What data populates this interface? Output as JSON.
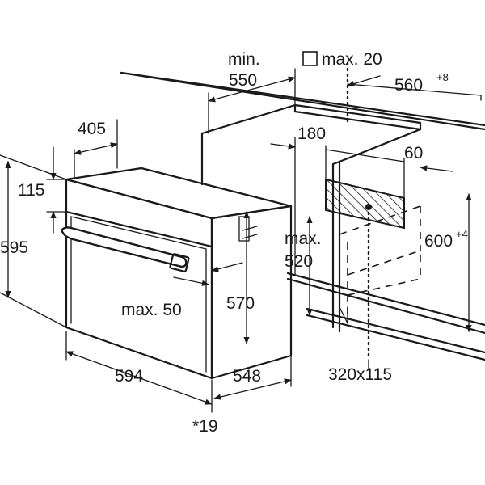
{
  "dimensions": {
    "min_label": "min.",
    "min_value": "550",
    "max_label": "max. 20",
    "cabinet_width": "560",
    "cabinet_width_tol": "+8",
    "depth_405": "405",
    "depth_180": "180",
    "depth_60": "60",
    "panel_115": "115",
    "height_595": "595",
    "max_520_label": "max.",
    "max_520_value": "520",
    "height_600": "600",
    "height_600_tol": "+4",
    "height_570": "570",
    "max_50": "max. 50",
    "width_594": "594",
    "depth_548": "548",
    "cutout": "320x115",
    "footnote": "*19"
  },
  "icons": {
    "square": "square-symbol-icon"
  }
}
